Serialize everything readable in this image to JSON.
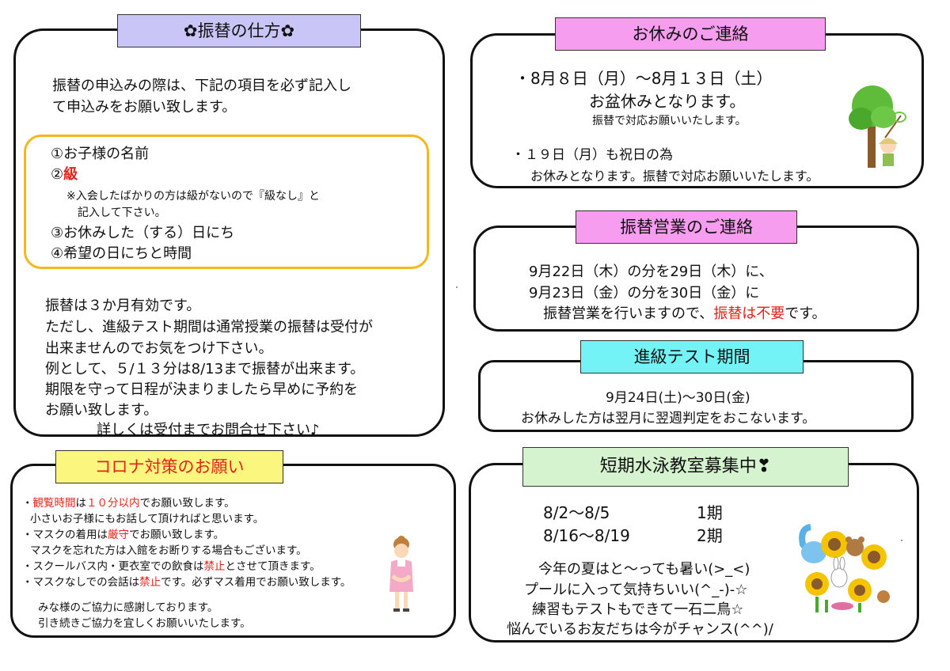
{
  "furikae": {
    "title": "✿振替の仕方✿",
    "intro": [
      "振替の申込みの際は、下記の項目を必ず記入し",
      "て申込みをお願い致します。"
    ],
    "items": {
      "i1": "①お子様の名前",
      "i2_num": "②",
      "i2_red": "級",
      "note1": "※入会したばかりの方は級がないので『級なし』と",
      "note2": "記入して下さい。",
      "i3": "③お休みした（する）日にち",
      "i4": "④希望の日にちと時間"
    },
    "body": [
      "振替は３か月有効です。",
      "ただし、進級テスト期間は通常授業の振替は受付が",
      "出来ませんのでお気をつけ下さい。",
      "例として、５/１３分は8/13まで振替が出来ます。",
      "期限を守って日程が決まりましたら早めに予約を",
      "お願い致します。"
    ],
    "footer": "詳しくは受付までお問合せ下さい♪"
  },
  "oyasumi": {
    "title": "お休みのご連絡",
    "line1": "・8月８日（月）～8月１３日（土）",
    "line2": "お盆休みとなります。",
    "line3": "振替で対応お願いいたします。",
    "line4": "・１９日（月）も祝日の為",
    "line5": "お休みとなります。振替で対応お願いいたします。"
  },
  "eigyo": {
    "title": "振替営業のご連絡",
    "line1": "9月22日（木）の分を29日（木）に、",
    "line2": "9月23日（金）の分を30日（金）に",
    "line3_a": "振替営業を行いますので、",
    "line3_red": "振替は不要",
    "line3_b": "です。"
  },
  "test": {
    "title": "進級テスト期間",
    "line1": "9月24日(土)～30日(金)",
    "line2": "お休みした方は翌月に翌週判定をおこないます。"
  },
  "corona": {
    "title": "コロナ対策のお願い",
    "l1_a": "・",
    "l1_r1": "観覧時間",
    "l1_b": "は",
    "l1_r2": "１０分以内",
    "l1_c": "でお願い致します。",
    "l2": "小さいお子様にもお話して頂ければと思います。",
    "l3_a": "・マスクの着用は",
    "l3_r": "厳守",
    "l3_b": "でお願い致します。",
    "l4": "マスクを忘れた方は入館をお断りする場合もございます。",
    "l5_a": "・スクールバス内・更衣室での飲食は",
    "l5_r": "禁止",
    "l5_b": "とさせて頂きます。",
    "l6_a": "・マスクなしでの会話は",
    "l6_r": "禁止",
    "l6_b": "です。必ずマス着用でお願い致します。",
    "l7": "みな様のご協力に感謝しております。",
    "l8": "引き続きご協力を宜しくお願いいたします。"
  },
  "suiei": {
    "title": "短期水泳教室募集中❣",
    "p1_date": "8/2～8/5",
    "p1_term": "1期",
    "p2_date": "8/16～8/19",
    "p2_term": "2期",
    "m1": "今年の夏はと～っても暑い(>_<)",
    "m2": "プールに入って気持ちいい(^_-)-☆",
    "m3": "練習もテストもできて一石二鳥☆",
    "m4": "悩んでいるお友だちは今がチャンス(^^)/"
  },
  "colors": {
    "lavender": "#c9c6f7",
    "pink": "#f79df0",
    "cyan": "#74f3f6",
    "yellow": "#fbf77e",
    "mint": "#d6f3cf",
    "orange_border": "#f3b81c",
    "red": "#e0241b"
  },
  "icons": [
    "tree-child-illustration",
    "woman-bowing-illustration",
    "sunflower-animals-illustration"
  ]
}
